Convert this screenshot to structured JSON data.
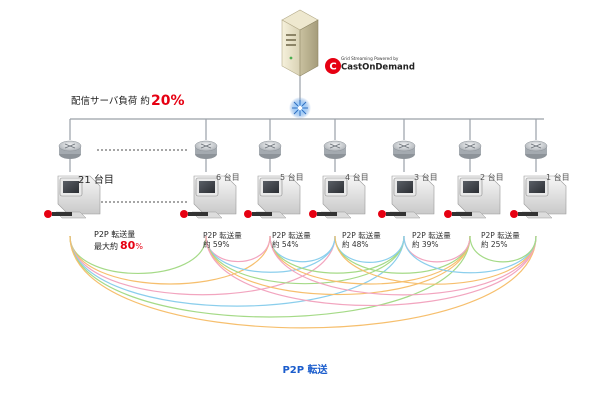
{
  "brand": {
    "tagline": "Grid Streaming Powered by",
    "name": "CastOnDemand"
  },
  "server_load": {
    "label": "配信サーバ負荷 約",
    "value": "20%"
  },
  "first_client": {
    "label": "21 台目",
    "p2p_line1": "P2P 転送量",
    "p2p_prefix": "最大約",
    "p2p_value": "80",
    "p2p_unit": "%"
  },
  "clients": [
    {
      "label": "6 台目",
      "p2p_line1": "P2P 転送量",
      "p2p_line2": "約 59%"
    },
    {
      "label": "5 台目",
      "p2p_line1": "P2P 転送量",
      "p2p_line2": "約 54%"
    },
    {
      "label": "4 台目",
      "p2p_line1": "P2P 転送量",
      "p2p_line2": "約 48%"
    },
    {
      "label": "3 台目",
      "p2p_line1": "P2P 転送量",
      "p2p_line2": "約 39%"
    },
    {
      "label": "2 台目",
      "p2p_line1": "P2P 転送量",
      "p2p_line2": "約 25%"
    },
    {
      "label": "1 台目",
      "p2p_line1": "",
      "p2p_line2": ""
    }
  ],
  "p2p_caption": "P2P 転送",
  "colors": {
    "accent_red": "#e60012",
    "caption_blue": "#1a5ccc",
    "line_gray": "#9aa0a8",
    "arc_green": "#8fd16a",
    "arc_orange": "#f5b04a",
    "arc_pink": "#ef8fb0",
    "arc_blue": "#6fc3e8"
  },
  "icons": [
    "server-icon",
    "hub-icon",
    "router-icon",
    "computer-icon"
  ]
}
